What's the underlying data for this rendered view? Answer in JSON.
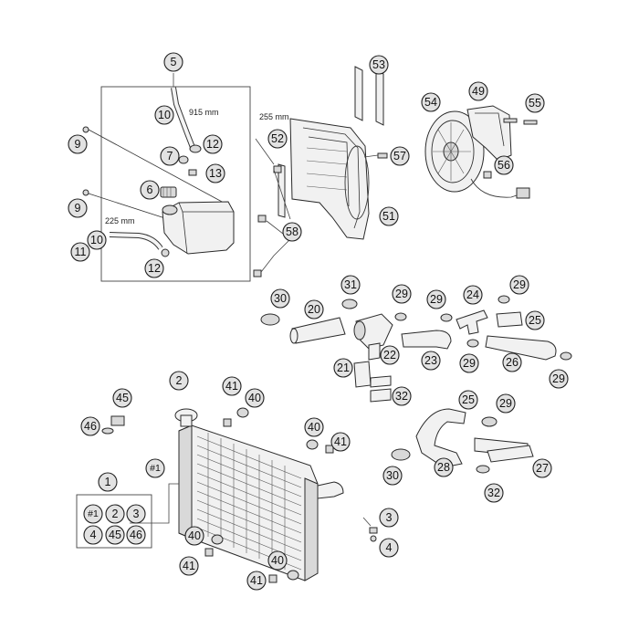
{
  "callouts": {
    "c5": "5",
    "c10a": "10",
    "c12a": "12",
    "c7": "7",
    "c13": "13",
    "c9a": "9",
    "c6": "6",
    "c9b": "9",
    "c10b": "10",
    "c11": "11",
    "c12b": "12",
    "c53": "53",
    "c52": "52",
    "c57": "57",
    "c51": "51",
    "c58": "58",
    "c54": "54",
    "c49": "49",
    "c55": "55",
    "c56": "56",
    "c30a": "30",
    "c20": "20",
    "c31": "31",
    "c29a": "29",
    "c22": "22",
    "c21": "21",
    "c32a": "32",
    "c29b": "29",
    "c24": "24",
    "c23": "23",
    "c29c": "29",
    "c29d": "29",
    "c25a": "25",
    "c26": "26",
    "c29e": "29",
    "c2": "2",
    "c41a": "41",
    "c40a": "40",
    "c45": "45",
    "c46": "46",
    "c1": "1",
    "c_h1": "#1",
    "c40b": "40",
    "c41b": "41",
    "c3": "3",
    "c4": "4",
    "c40c": "40",
    "c41c": "41",
    "c40d": "40",
    "c41d": "41",
    "c25b": "25",
    "c29f": "29",
    "c30b": "30",
    "c28": "28",
    "c27": "27",
    "c32b": "32"
  },
  "kit": [
    "#1",
    "2",
    "3",
    "4",
    "45",
    "46"
  ],
  "dimensions": {
    "d915": "915 mm",
    "d255": "255 mm",
    "d225": "225 mm"
  }
}
